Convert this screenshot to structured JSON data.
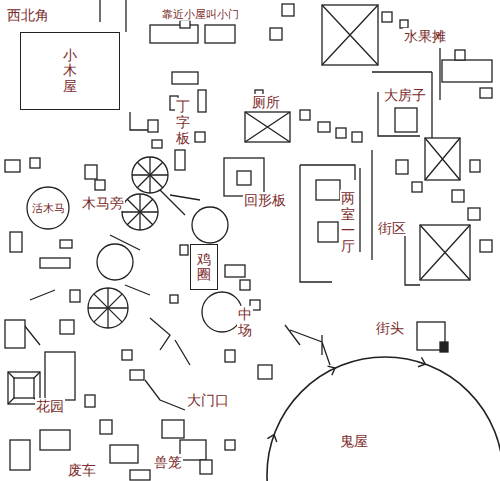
{
  "diagram": {
    "nodes": [
      {
        "text": [
          "小木屋"
        ]
      },
      {
        "text": [
          "活木马"
        ]
      },
      {
        "text": [
          "鸡圈"
        ]
      },
      {
        "text": [
          "鬼屋"
        ]
      }
    ],
    "labels": [
      "西北角",
      "靠近小屋叫小门",
      "丁字板",
      "厕所",
      "水果摊",
      "大房子",
      "木马旁",
      "回形板",
      "两室一厅",
      "街区",
      "中场",
      "街头",
      "花园",
      "大门口",
      "废车",
      "兽笼"
    ]
  }
}
